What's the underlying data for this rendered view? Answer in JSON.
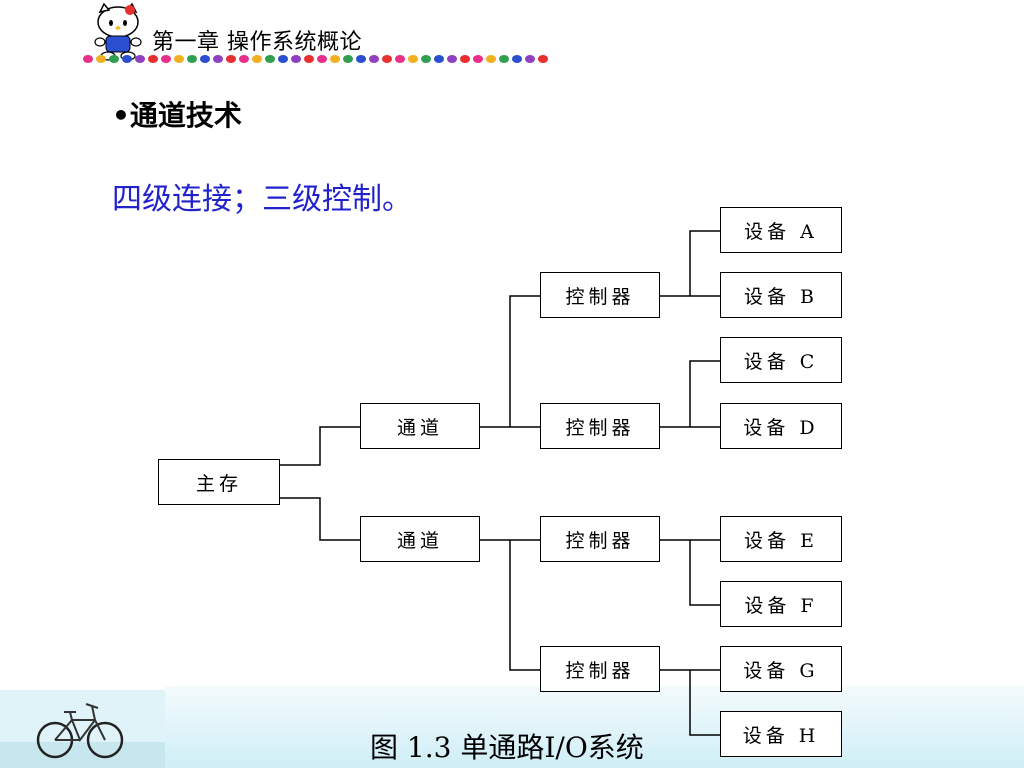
{
  "header": {
    "title": "第一章  操作系统概论"
  },
  "section": {
    "heading": "•通道技术"
  },
  "subtitle": "四级连接；三级控制。",
  "diagram": {
    "main_memory": "主存",
    "channels": [
      "通道",
      "通道"
    ],
    "controllers": [
      "控制器",
      "控制器",
      "控制器",
      "控制器"
    ],
    "devices": [
      "设备 A",
      "设备 B",
      "设备 C",
      "设备 D",
      "设备 E",
      "设备 F",
      "设备 G",
      "设备 H"
    ]
  },
  "caption": "图 1.3 单通路I/O系统",
  "colors": {
    "subtitle": "#2222cc",
    "band": "#cfeef6"
  }
}
